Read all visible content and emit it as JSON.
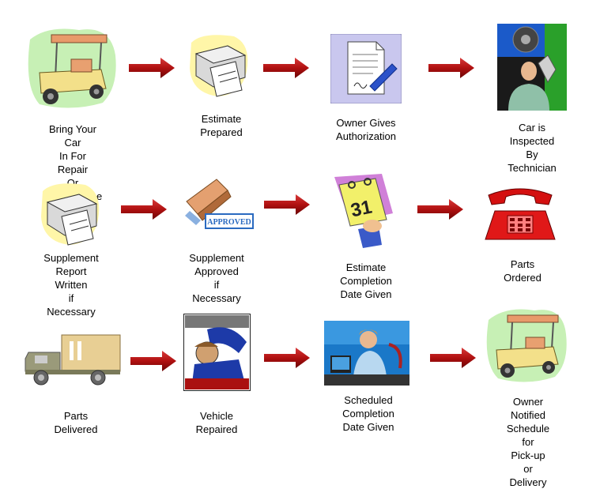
{
  "steps": [
    {
      "label": "Bring Your Car\nIn For Repair\nOr Maintenance",
      "icon": "golf-cart-icon"
    },
    {
      "label": "Estimate\nPrepared",
      "icon": "printer-icon"
    },
    {
      "label": "Owner Gives\nAuthorization",
      "icon": "signed-document-icon"
    },
    {
      "label": "Car is Inspected\nBy Technician",
      "icon": "mechanic-icon"
    },
    {
      "label": "Supplement\nReport Written\nif Necessary",
      "icon": "printer-icon"
    },
    {
      "label": "Supplement\nApproved\nif Necessary",
      "icon": "approved-stamp-icon",
      "stamp_text": "APPROVED"
    },
    {
      "label": "Estimate\nCompletion\nDate Given",
      "icon": "calendar-icon",
      "calendar_day": "31"
    },
    {
      "label": "Parts Ordered",
      "icon": "telephone-icon"
    },
    {
      "label": "Parts Delivered",
      "icon": "delivery-truck-icon"
    },
    {
      "label": "Vehicle Repaired",
      "icon": "mechanic-under-car-icon"
    },
    {
      "label": "Scheduled\nCompletion\nDate Given",
      "icon": "office-worker-icon"
    },
    {
      "label": "Owner Notified\nSchedule for\nPick-up or Delivery",
      "icon": "golf-cart-icon"
    }
  ],
  "colors": {
    "arrow": "#b01010",
    "arrow_dark": "#6a0505"
  }
}
